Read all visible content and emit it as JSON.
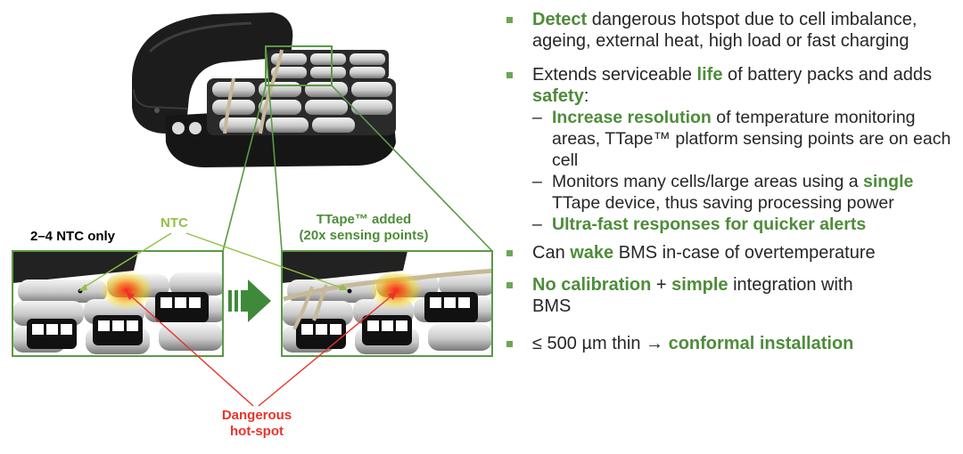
{
  "illustration": {
    "label_ntc_only": "2–4 NTC only",
    "label_ntc": "NTC",
    "label_ttape_line1": "TTape™ added",
    "label_ttape_line2": "(20x sensing points)",
    "label_danger_line1": "Dangerous",
    "label_danger_line2": "hot-spot",
    "colors": {
      "accent_green": "#4e8c3a",
      "ntc_green": "#92c047",
      "danger_red": "#e8332a",
      "frame_green": "#5a9a45"
    }
  },
  "bullets": [
    {
      "parts": [
        {
          "text": "Detect",
          "hl": true
        },
        {
          "text": " dangerous hotspot due to cell imbalance, ageing, external heat, high load or fast charging",
          "hl": false
        }
      ]
    },
    {
      "parts": [
        {
          "text": "Extends serviceable ",
          "hl": false
        },
        {
          "text": "life",
          "hl": true
        },
        {
          "text": " of battery packs and adds ",
          "hl": false
        },
        {
          "text": "safety",
          "hl": true
        },
        {
          "text": ":",
          "hl": false
        }
      ],
      "subs": [
        [
          {
            "text": "Increase resolution",
            "hl": true
          },
          {
            "text": " of temperature monitoring areas, TTape™ platform sensing points are on each cell",
            "hl": false
          }
        ],
        [
          {
            "text": "Monitors many cells/large areas using a ",
            "hl": false
          },
          {
            "text": "single",
            "hl": true
          },
          {
            "text": " TTape device, thus saving processing power",
            "hl": false
          }
        ],
        [
          {
            "text": "Ultra-fast responses for quicker alerts",
            "hl": true
          }
        ]
      ]
    },
    {
      "parts": [
        {
          "text": "Can ",
          "hl": false
        },
        {
          "text": "wake",
          "hl": true
        },
        {
          "text": " BMS in-case of overtemperature",
          "hl": false
        }
      ]
    },
    {
      "parts": [
        {
          "text": "No calibration",
          "hl": true
        },
        {
          "text": " + ",
          "hl": false
        },
        {
          "text": "simple",
          "hl": true
        },
        {
          "text": " integration with BMS",
          "hl": false
        }
      ]
    },
    {
      "parts": [
        {
          "text": "≤ 500 µm thin ",
          "hl": false
        },
        {
          "text": "→",
          "hl": false
        },
        {
          "text": " ",
          "hl": false
        },
        {
          "text": "conformal installation",
          "hl": true
        }
      ]
    }
  ]
}
